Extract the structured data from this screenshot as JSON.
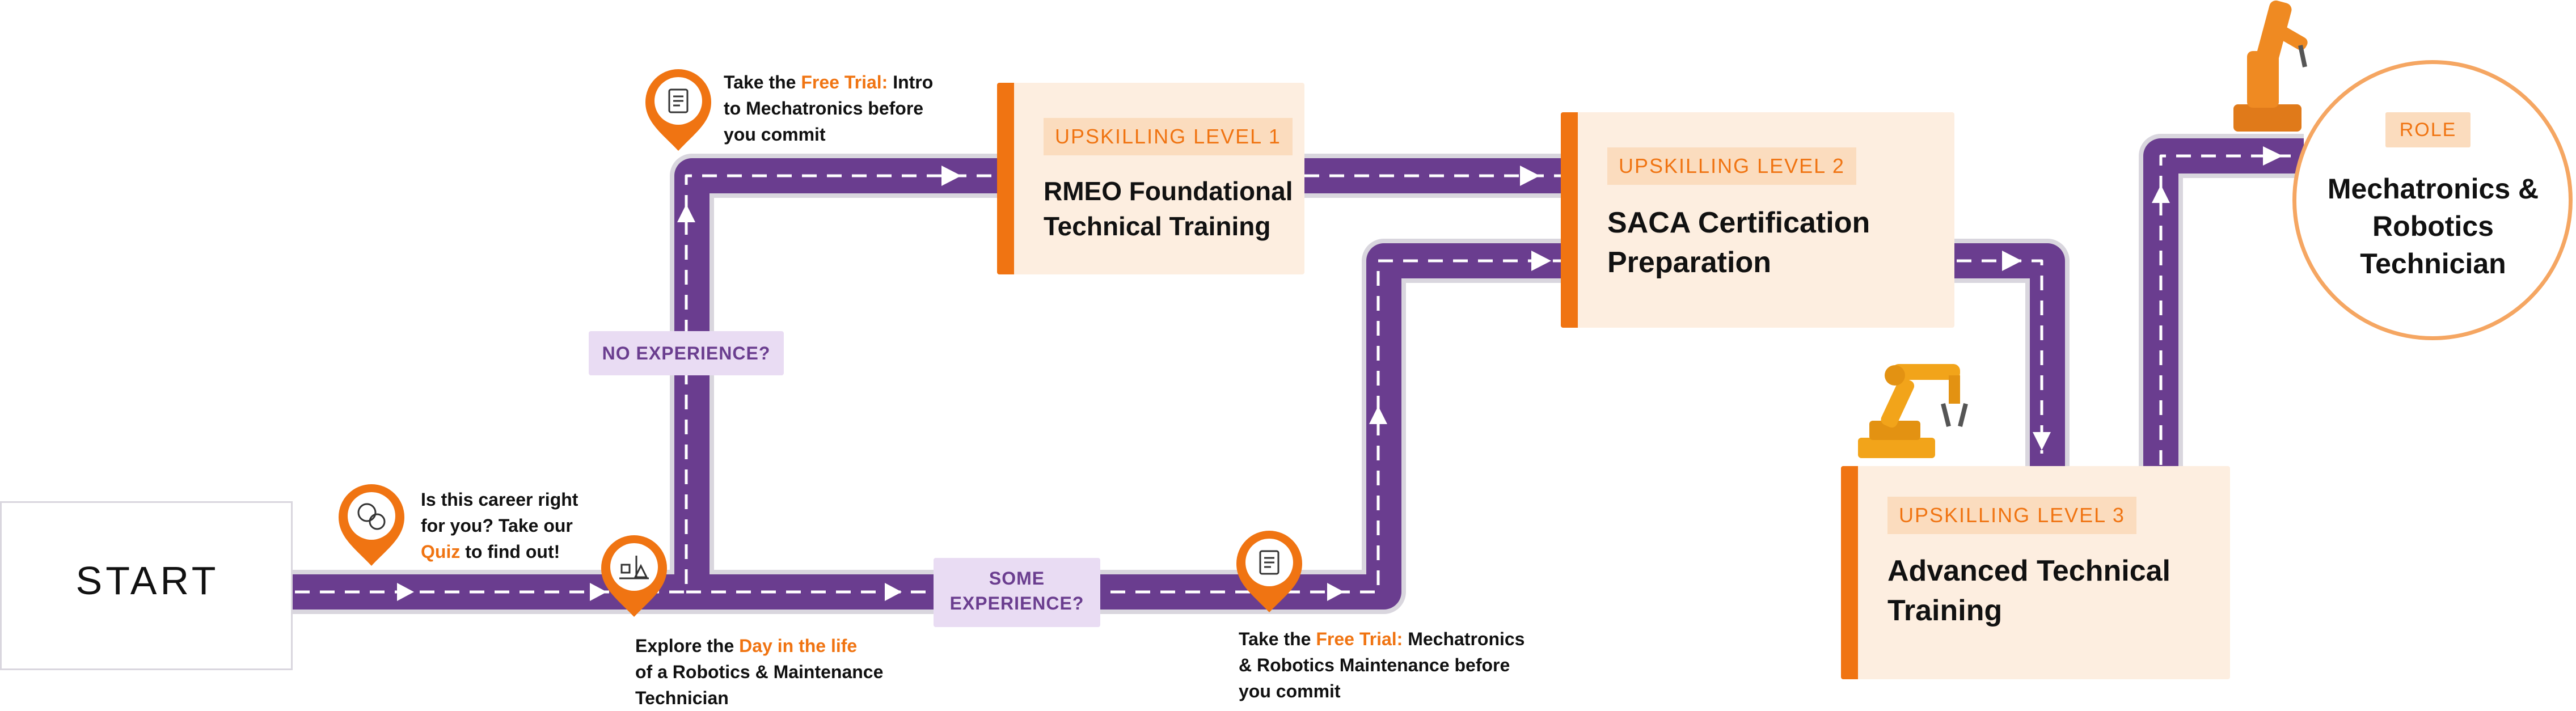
{
  "start": {
    "label": "START"
  },
  "levels": [
    {
      "level_label": "UPSKILLING LEVEL 1",
      "title": "RMEO Foundational\nTechnical Training"
    },
    {
      "level_label": "UPSKILLING LEVEL 2",
      "title": "SACA Certification\nPreparation"
    },
    {
      "level_label": "UPSKILLING LEVEL 3",
      "title": "Advanced Technical\nTraining"
    }
  ],
  "role": {
    "tag": "ROLE",
    "title": "Mechatronics &\nRobotics\nTechnician"
  },
  "tags": {
    "no_experience": "NO EXPERIENCE?",
    "some_experience_line1": "SOME",
    "some_experience_line2": "EXPERIENCE?"
  },
  "pins": {
    "quiz": {
      "p1": "Is this career right",
      "p2": "for you? Take our",
      "hl": "Quiz",
      "p3": " to find out!",
      "icon": "chat-bubbles-icon"
    },
    "day_in_life": {
      "p1": "Explore the ",
      "hl": "Day in the life",
      "p2": "of a Robotics & Maintenance",
      "p3": "Technician",
      "icon": "robot-tools-icon"
    },
    "free_trial_intro": {
      "p1": "Take the ",
      "hl": "Free Trial:",
      "p2": " Intro",
      "p3": "to Mechatronics before",
      "p4": "you commit",
      "icon": "document-icon"
    },
    "free_trial_maint": {
      "p1": "Take the ",
      "hl": "Free Trial:",
      "p2": " Mechatronics",
      "p3": "& Robotics Maintenance before",
      "p4": "you commit",
      "icon": "document-icon"
    }
  },
  "colors": {
    "road": "#6a3d8f",
    "accent": "#f07412",
    "card": "#fdeee0",
    "tag": "#e9dcf3"
  }
}
